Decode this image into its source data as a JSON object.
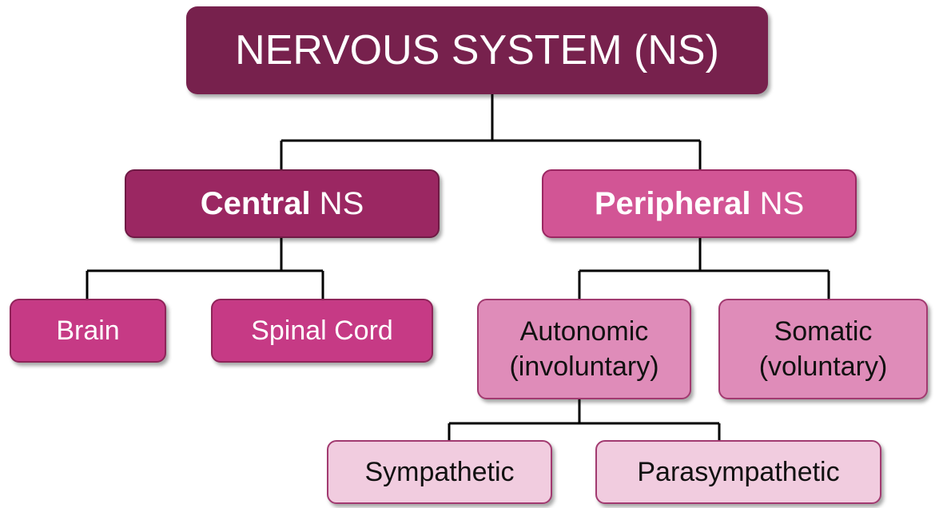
{
  "diagram": {
    "root": {
      "label": "NERVOUS SYSTEM (NS)"
    },
    "central": {
      "label_bold": "Central",
      "label_rest": " NS"
    },
    "peripheral": {
      "label_bold": "Peripheral",
      "label_rest": " NS"
    },
    "brain": {
      "label": "Brain"
    },
    "spinal_cord": {
      "label": "Spinal Cord"
    },
    "autonomic": {
      "line1": "Autonomic",
      "line2": "(involuntary)"
    },
    "somatic": {
      "line1": "Somatic",
      "line2": "(voluntary)"
    },
    "sympathetic": {
      "label": "Sympathetic"
    },
    "parasympathetic": {
      "label": "Parasympathetic"
    }
  },
  "colors": {
    "root": "#77214d",
    "central": "#9b2762",
    "peripheral": "#d25595",
    "central_children": "#c63a85",
    "peripheral_children": "#df8cb9",
    "autonomic_children": "#f1ccdf",
    "connector": "#000000"
  }
}
